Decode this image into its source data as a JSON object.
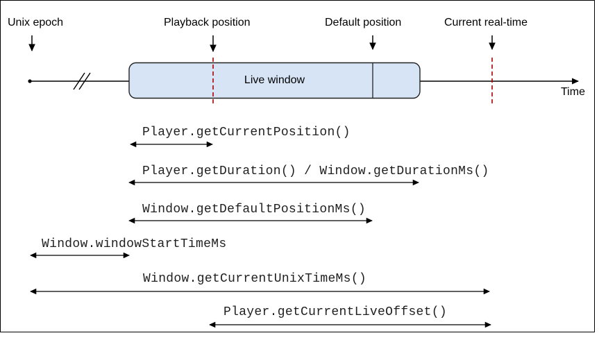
{
  "markers": {
    "unix_epoch": "Unix epoch",
    "playback_position": "Playback position",
    "default_position": "Default position",
    "current_real_time": "Current real-time"
  },
  "timeline": {
    "live_window_label": "Live window",
    "axis_label": "Time"
  },
  "spans": [
    {
      "label": "Player.getCurrentPosition()"
    },
    {
      "label": "Player.getDuration() / Window.getDurationMs()"
    },
    {
      "label": "Window.getDefaultPositionMs()"
    },
    {
      "label": "Window.windowStartTimeMs"
    },
    {
      "label": "Window.getCurrentUnixTimeMs()"
    },
    {
      "label": "Player.getCurrentLiveOffset()"
    }
  ],
  "colors": {
    "live_window_fill": "#d6e4f5",
    "live_window_stroke": "#222222",
    "dashed_marker_line": "#aa0000",
    "line": "#000000"
  }
}
